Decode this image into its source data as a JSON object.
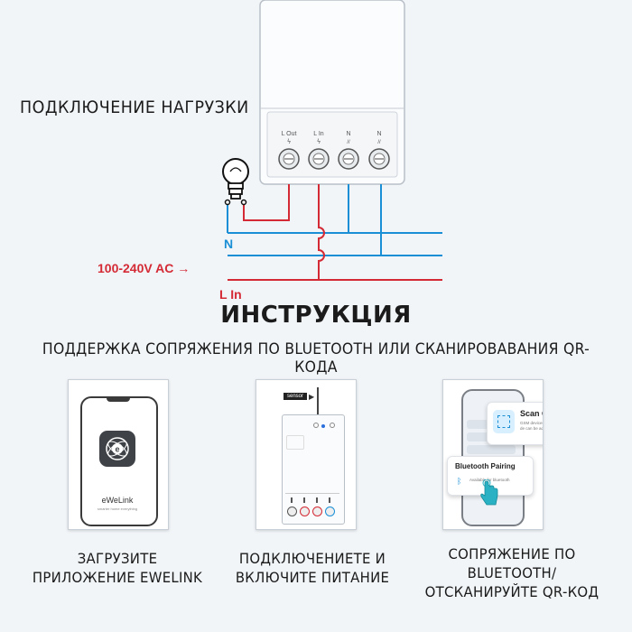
{
  "heading_load": "ПОДКЛЮЧЕНИЕ НАГРУЗКИ",
  "terminals": [
    {
      "label": "L Out",
      "symbol": "ϟ"
    },
    {
      "label": "L In",
      "symbol": "ϟ"
    },
    {
      "label": "N",
      "symbol": "//"
    },
    {
      "label": "N",
      "symbol": "//"
    }
  ],
  "wire_labels": {
    "n": "N",
    "voltage": "100-240V AC →",
    "l_in": "L In"
  },
  "title": "ИНСТРУКЦИЯ",
  "subtitle": "ПОДДЕРЖКА СОПРЯЖЕНИЯ ПО BLUETOOTH ИЛИ СКАНИРОВАВАНИЯ  QR-КОДА",
  "steps": [
    {
      "app_name": "eWeLink",
      "app_tagline": "smarter home everything",
      "caption": [
        "ЗАГРУЗИТЕ",
        "ПРИЛОЖЕНИЕ EWELINK"
      ]
    },
    {
      "sensor_tag": "sensor",
      "caption": [
        "ПОДКЛЮЧЕНИЕТЕ И",
        "ВКЛЮЧИТЕ ПИТАНИЕ"
      ]
    },
    {
      "scan_title": "Scan QR code",
      "scan_desc": "GSM devices and devices with QR co de can be added in this mode.",
      "pair_title": "Bluetooth Pairing",
      "pair_desc": "Available for bluetooth",
      "caption": [
        "СОПРЯЖЕНИЕ ПО",
        "BLUETOOTH/",
        "ОТСКАНИРУЙТЕ QR-КОД"
      ]
    }
  ],
  "colors": {
    "red_wire": "#d42a35",
    "blue_wire": "#1a8fd6",
    "device": "#ffffff",
    "text": "#1b1b1b"
  }
}
